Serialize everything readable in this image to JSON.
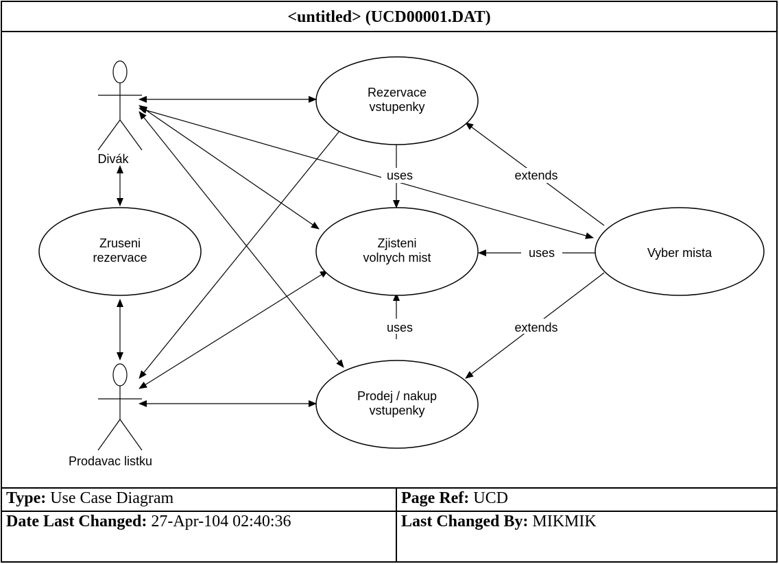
{
  "title": "<untitled>  (UCD00001.DAT)",
  "actors": [
    {
      "id": "divak",
      "label": "Divák"
    },
    {
      "id": "prodavac",
      "label": "Prodavac listku"
    }
  ],
  "use_cases": [
    {
      "id": "rezervace",
      "lines": [
        "Rezervace",
        "vstupenky"
      ]
    },
    {
      "id": "zjisteni",
      "lines": [
        "Zjisteni",
        "volnych mist"
      ]
    },
    {
      "id": "zruseni",
      "lines": [
        "Zruseni",
        "rezervace"
      ]
    },
    {
      "id": "prodej",
      "lines": [
        "Prodej / nakup",
        "vstupenky"
      ]
    },
    {
      "id": "vyber",
      "lines": [
        "Vyber mista"
      ]
    }
  ],
  "relation_labels": {
    "uses_top": "uses",
    "uses_bottom": "uses",
    "uses_right": "uses",
    "extends_top": "extends",
    "extends_bottom": "extends"
  },
  "info": {
    "type_label": "Type:",
    "type_value": "Use Case Diagram",
    "page_ref_label": "Page Ref:",
    "page_ref_value": "UCD",
    "date_label": "Date Last Changed:",
    "date_value": "27-Apr-104 02:40:36",
    "changed_by_label": "Last Changed By:",
    "changed_by_value": "MIKMIK"
  }
}
